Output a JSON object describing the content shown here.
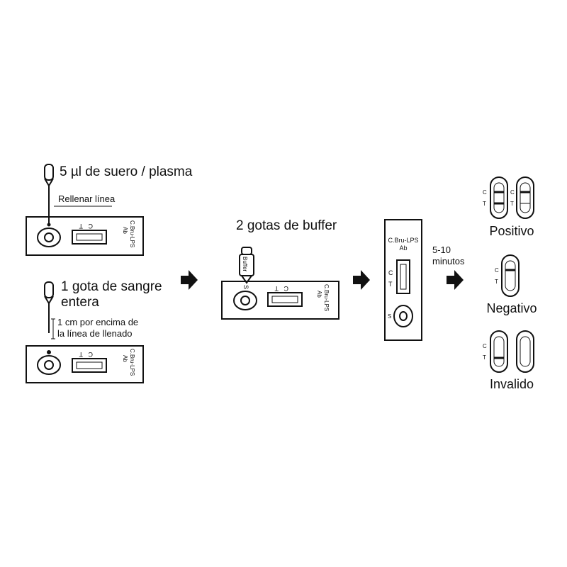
{
  "colors": {
    "ink": "#111111",
    "background": "#ffffff"
  },
  "serum": {
    "title": "5 µl de suero / plasma",
    "note": "Rellenar línea"
  },
  "blood": {
    "title_line1": "1 gota de sangre",
    "title_line2": "entera",
    "note_line1": "1 cm por encima de",
    "note_line2": "la línea de llenado"
  },
  "cassette": {
    "name": "C.Bru-LPS",
    "sub": "Ab",
    "t": "T",
    "c": "C",
    "s": "S"
  },
  "buffer": {
    "title": "2 gotas de buffer",
    "bottle_label": "Buffer"
  },
  "time": {
    "line1": "5-10",
    "line2": "minutos"
  },
  "results": {
    "positive": "Positivo",
    "negative": "Negativo",
    "invalid": "Invalido"
  },
  "icons": [
    "pipette-icon",
    "buffer-bottle-icon",
    "arrow-right-icon"
  ]
}
